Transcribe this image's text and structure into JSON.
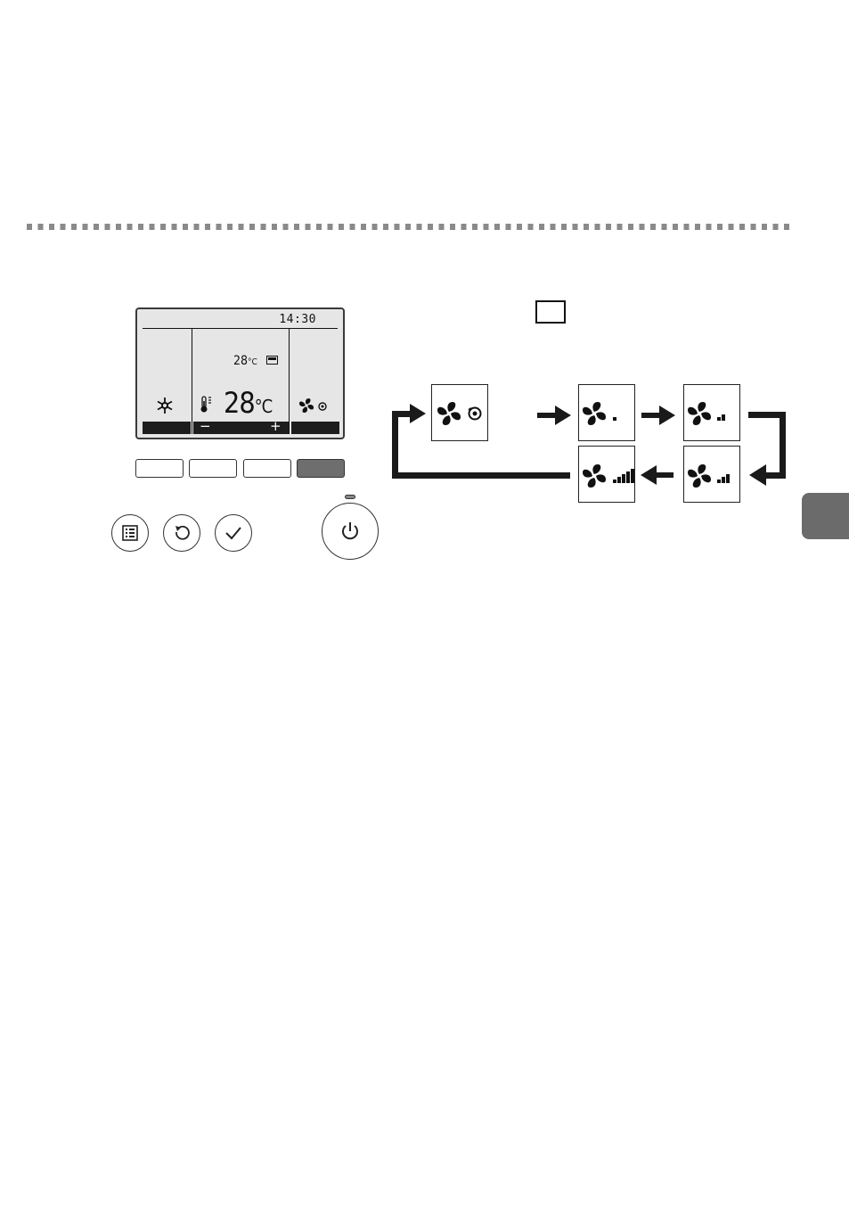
{
  "remote": {
    "screen": {
      "clock": "14:30",
      "set_temp_value": "28",
      "set_temp_unit": "°C",
      "room_temp_value": "28",
      "room_temp_unit": "°C",
      "bar_minus": "−",
      "bar_plus": "+",
      "mode_icon": "snowflake-icon",
      "thermo_icon": "thermometer-icon",
      "fan_icon": "fan-auto-icon",
      "timer_icon": "timer-icon"
    },
    "function_buttons": [
      {
        "id": "F1",
        "active": false
      },
      {
        "id": "F2",
        "active": false
      },
      {
        "id": "F3",
        "active": false
      },
      {
        "id": "F4",
        "active": true
      }
    ],
    "buttons": [
      "menu-icon",
      "return-icon",
      "select-icon",
      "power-icon"
    ]
  },
  "fan_speed_cycle": {
    "steps": [
      {
        "icon": "fan-auto-icon",
        "level": "auto"
      },
      {
        "icon": "fan-speed-1-icon",
        "level": 1
      },
      {
        "icon": "fan-speed-2-icon",
        "level": 2
      },
      {
        "icon": "fan-speed-3-icon",
        "level": 3
      },
      {
        "icon": "fan-speed-4-icon",
        "level": 4
      }
    ]
  },
  "colors": {
    "lcd_background": "#e6e6e6",
    "active_button": "#6e6e6e",
    "side_tab": "#6b6b6b",
    "divider": "#8a8a8a"
  }
}
